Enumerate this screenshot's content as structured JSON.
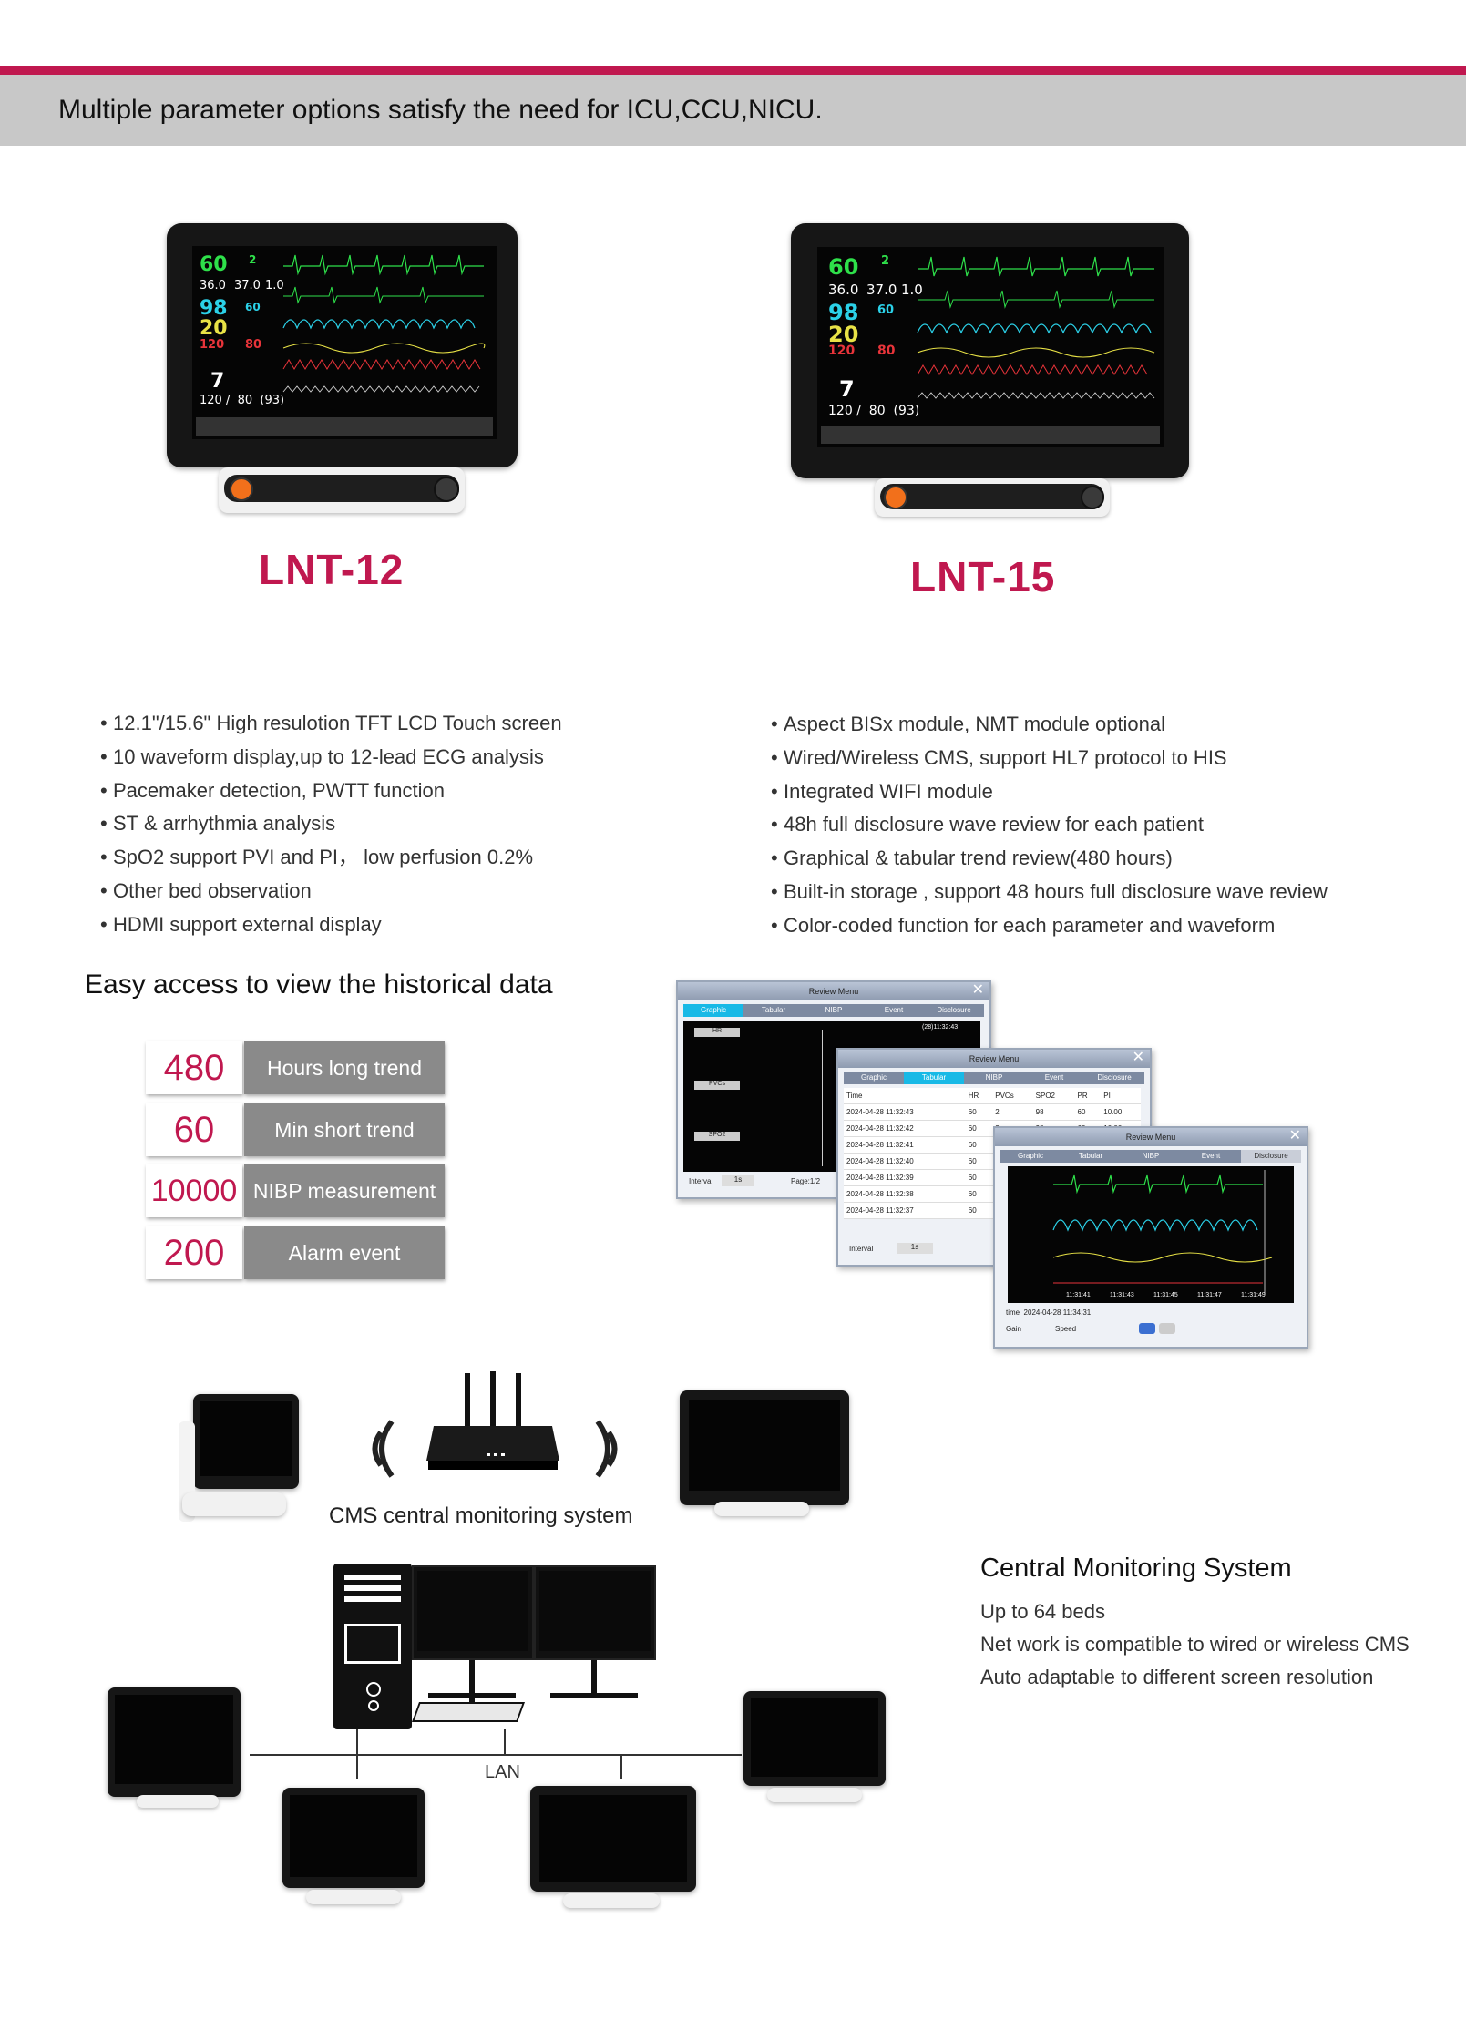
{
  "banner": {
    "text": "Multiple parameter options satisfy the need for ICU,CCU,NICU."
  },
  "colors": {
    "accent": "#c0184f",
    "banner_bg": "#c8c8c8",
    "stat_label_bg": "#8a8a8a"
  },
  "monitor_screen": {
    "hr": "60",
    "temp1": "36.0",
    "temp2": "37.0",
    "temp3": "1.0",
    "spo2": "98",
    "pr": "60",
    "resp": "20",
    "ibp_sys": "120",
    "ibp_dia": "80",
    "etco2": "7",
    "nibp": "120 /  80  (93)",
    "pvc": "2"
  },
  "models": [
    {
      "name": "LNT-12"
    },
    {
      "name": "LNT-15"
    }
  ],
  "features": {
    "left": [
      "12.1\"/15.6\" High resulotion TFT LCD Touch screen",
      "10 waveform display,up to 12-lead ECG analysis",
      "Pacemaker detection, PWTT function",
      "ST & arrhythmia analysis",
      "SpO2 support PVI and PI， low perfusion 0.2%",
      "Other bed observation",
      "HDMI support external display"
    ],
    "right": [
      "Aspect BISx module, NMT module optional",
      "Wired/Wireless CMS, support HL7 protocol to HIS",
      "Integrated WIFI module",
      "48h full disclosure wave review for each patient",
      "Graphical & tabular trend review(480 hours)",
      "Built-in storage , support 48 hours full disclosure wave review",
      "Color-coded function for each parameter and waveform"
    ]
  },
  "history": {
    "title": "Easy access to view the historical data",
    "stats": [
      {
        "value": "480",
        "label": "Hours long trend"
      },
      {
        "value": "60",
        "label": "Min short trend"
      },
      {
        "value": "10000",
        "label": "NIBP measurement"
      },
      {
        "value": "200",
        "label": "Alarm event"
      }
    ]
  },
  "review_window": {
    "title": "Review Menu",
    "tabs": [
      "Graphic",
      "Tabular",
      "NIBP",
      "Event",
      "Disclosure"
    ],
    "columns": [
      "Time",
      "HR",
      "PVCs",
      "SPO2",
      "PR",
      "PI"
    ],
    "rows": [
      [
        "2024-04-28 11:32:43",
        "60",
        "2",
        "98",
        "60",
        "10.00"
      ],
      [
        "2024-04-28 11:32:42",
        "60",
        "2",
        "98",
        "60",
        "10.00"
      ],
      [
        "2024-04-28 11:32:41",
        "60",
        "",
        "",
        "",
        ""
      ],
      [
        "2024-04-28 11:32:40",
        "60",
        "",
        "",
        "",
        ""
      ],
      [
        "2024-04-28 11:32:39",
        "60",
        "",
        "",
        "",
        ""
      ],
      [
        "2024-04-28 11:32:38",
        "60",
        "",
        "",
        "",
        ""
      ],
      [
        "2024-04-28 11:32:37",
        "60",
        "",
        "",
        "",
        ""
      ]
    ],
    "graphic_params": [
      "HR",
      "PVCs",
      "SPO2"
    ],
    "interval_label": "Interval",
    "interval_value": "1s",
    "page": "Page:1/2",
    "timestamp": "(28)11:32:43",
    "disclosure_time": "time  2024-04-28 11:34:31",
    "disclosure_ticks": [
      "11:31:41",
      "11:31:43",
      "11:31:45",
      "11:31:47",
      "11:31:49"
    ],
    "gain_label": "Gain",
    "speed_label": "Speed"
  },
  "cms": {
    "diagram_caption": "CMS central monitoring system",
    "lan_label": "LAN",
    "title": "Central Monitoring System",
    "lines": [
      "Up to 64 beds",
      "Net work is compatible to wired or wireless CMS",
      "Auto adaptable to different screen resolution"
    ]
  }
}
